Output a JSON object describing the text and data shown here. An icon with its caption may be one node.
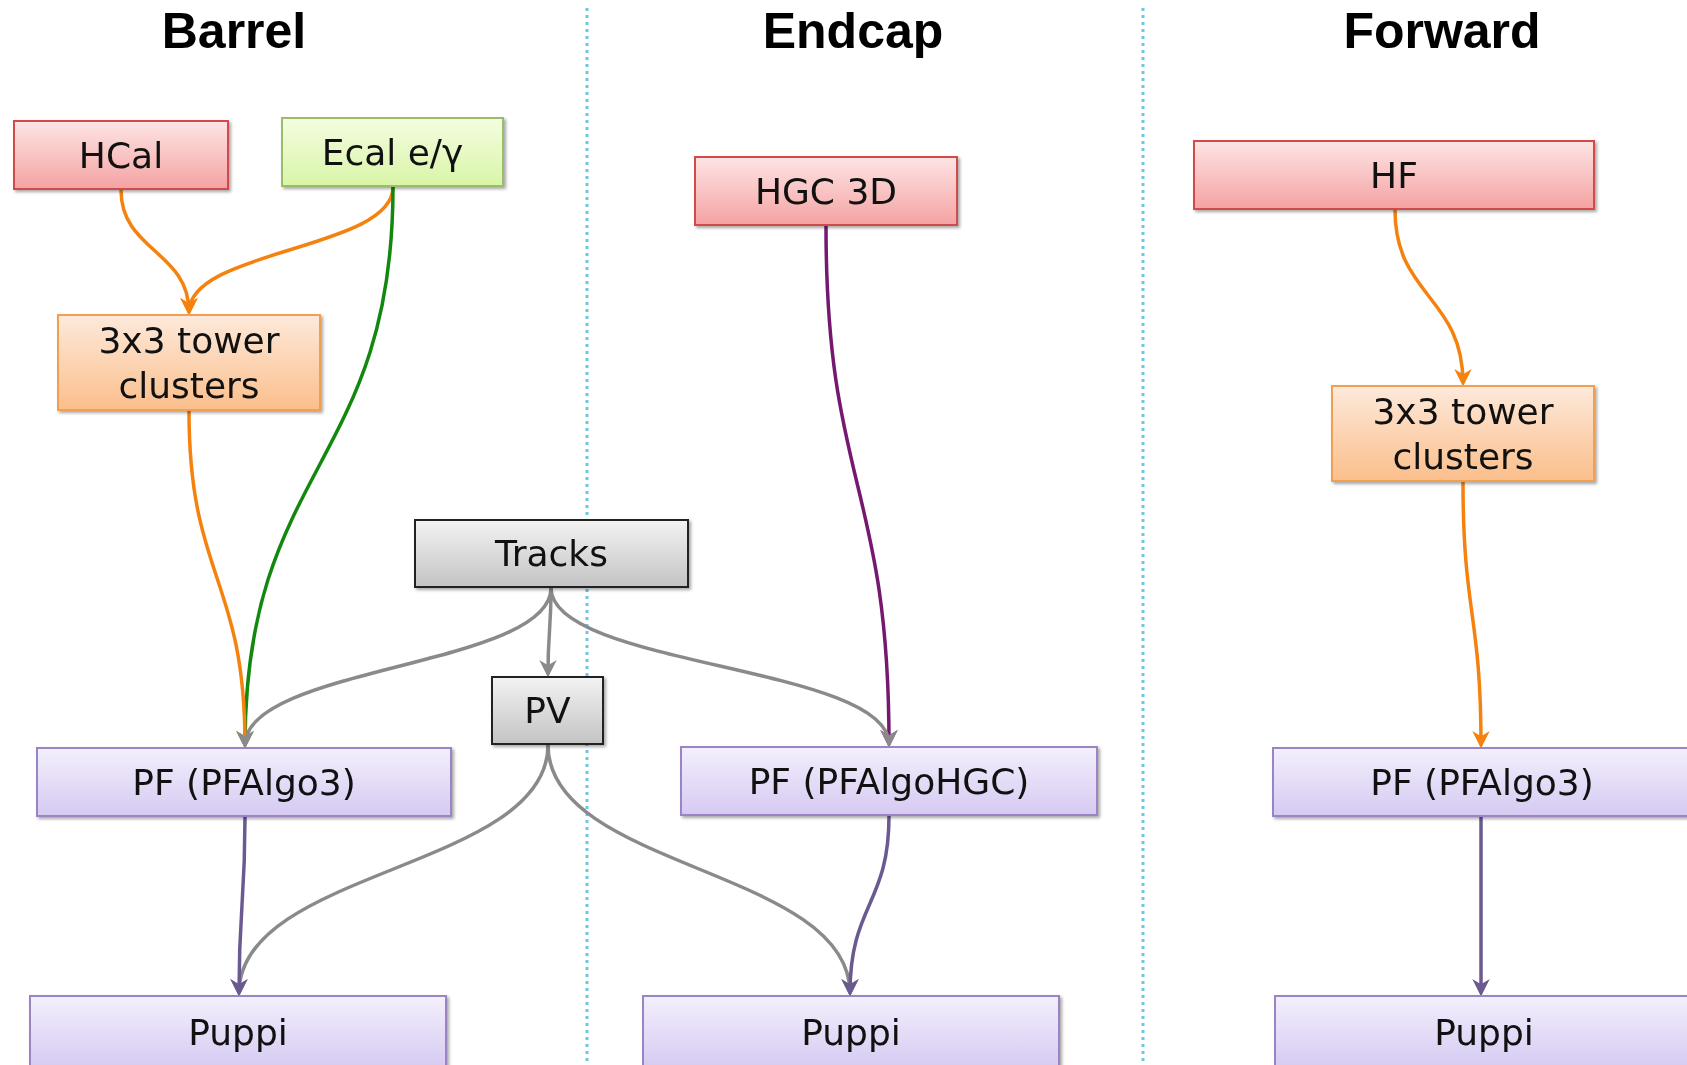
{
  "diagram": {
    "nodes": [
      {
        "text": [
          "HCal"
        ]
      },
      {
        "text": [
          "Ecal e/γ"
        ]
      },
      {
        "text": [
          "3x3 tower clusters"
        ]
      },
      {
        "text": [
          "HGC 3D"
        ]
      },
      {
        "text": [
          "HF"
        ]
      },
      {
        "text": [
          "3x3 tower clusters"
        ]
      },
      {
        "text": [
          "Tracks"
        ]
      },
      {
        "text": [
          "PV"
        ]
      },
      {
        "text": [
          "PF (PFAlgo3)"
        ]
      },
      {
        "text": [
          "PF (PFAlgoHGC)"
        ]
      },
      {
        "text": [
          "PF (PFAlgo3)"
        ]
      },
      {
        "text": [
          "Puppi"
        ]
      },
      {
        "text": [
          "Puppi"
        ]
      },
      {
        "text": [
          "Puppi"
        ]
      }
    ],
    "edges": [
      {
        "from": 0,
        "to": 2,
        "arrow": "to",
        "color": "#f5820f"
      },
      {
        "from": 1,
        "to": 2,
        "arrow": "to",
        "color": "#f5820f"
      },
      {
        "from": 1,
        "to": 8,
        "arrow": "to",
        "color": "#12880f"
      },
      {
        "from": 2,
        "to": 8,
        "arrow": "to",
        "color": "#f5820f"
      },
      {
        "from": 3,
        "to": 9,
        "arrow": "to",
        "color": "#74196f"
      },
      {
        "from": 4,
        "to": 5,
        "arrow": "to",
        "color": "#f5820f"
      },
      {
        "from": 5,
        "to": 10,
        "arrow": "to",
        "color": "#f5820f"
      },
      {
        "from": 6,
        "to": 7,
        "arrow": "to",
        "color": "#8a8a8a"
      },
      {
        "from": 6,
        "to": 8,
        "arrow": "to",
        "color": "#8a8a8a"
      },
      {
        "from": 6,
        "to": 9,
        "arrow": "to",
        "color": "#8a8a8a"
      },
      {
        "from": 7,
        "to": 11,
        "arrow": "to",
        "color": "#8a8a8a"
      },
      {
        "from": 7,
        "to": 12,
        "arrow": "to",
        "color": "#8a8a8a"
      },
      {
        "from": 8,
        "to": 11,
        "arrow": "to",
        "color": "#6a5a90"
      },
      {
        "from": 9,
        "to": 12,
        "arrow": "to",
        "color": "#6a5a90"
      },
      {
        "from": 10,
        "to": 13,
        "arrow": "to",
        "color": "#6a5a90"
      }
    ],
    "labels": [
      "Barrel",
      "Endcap",
      "Forward"
    ]
  }
}
